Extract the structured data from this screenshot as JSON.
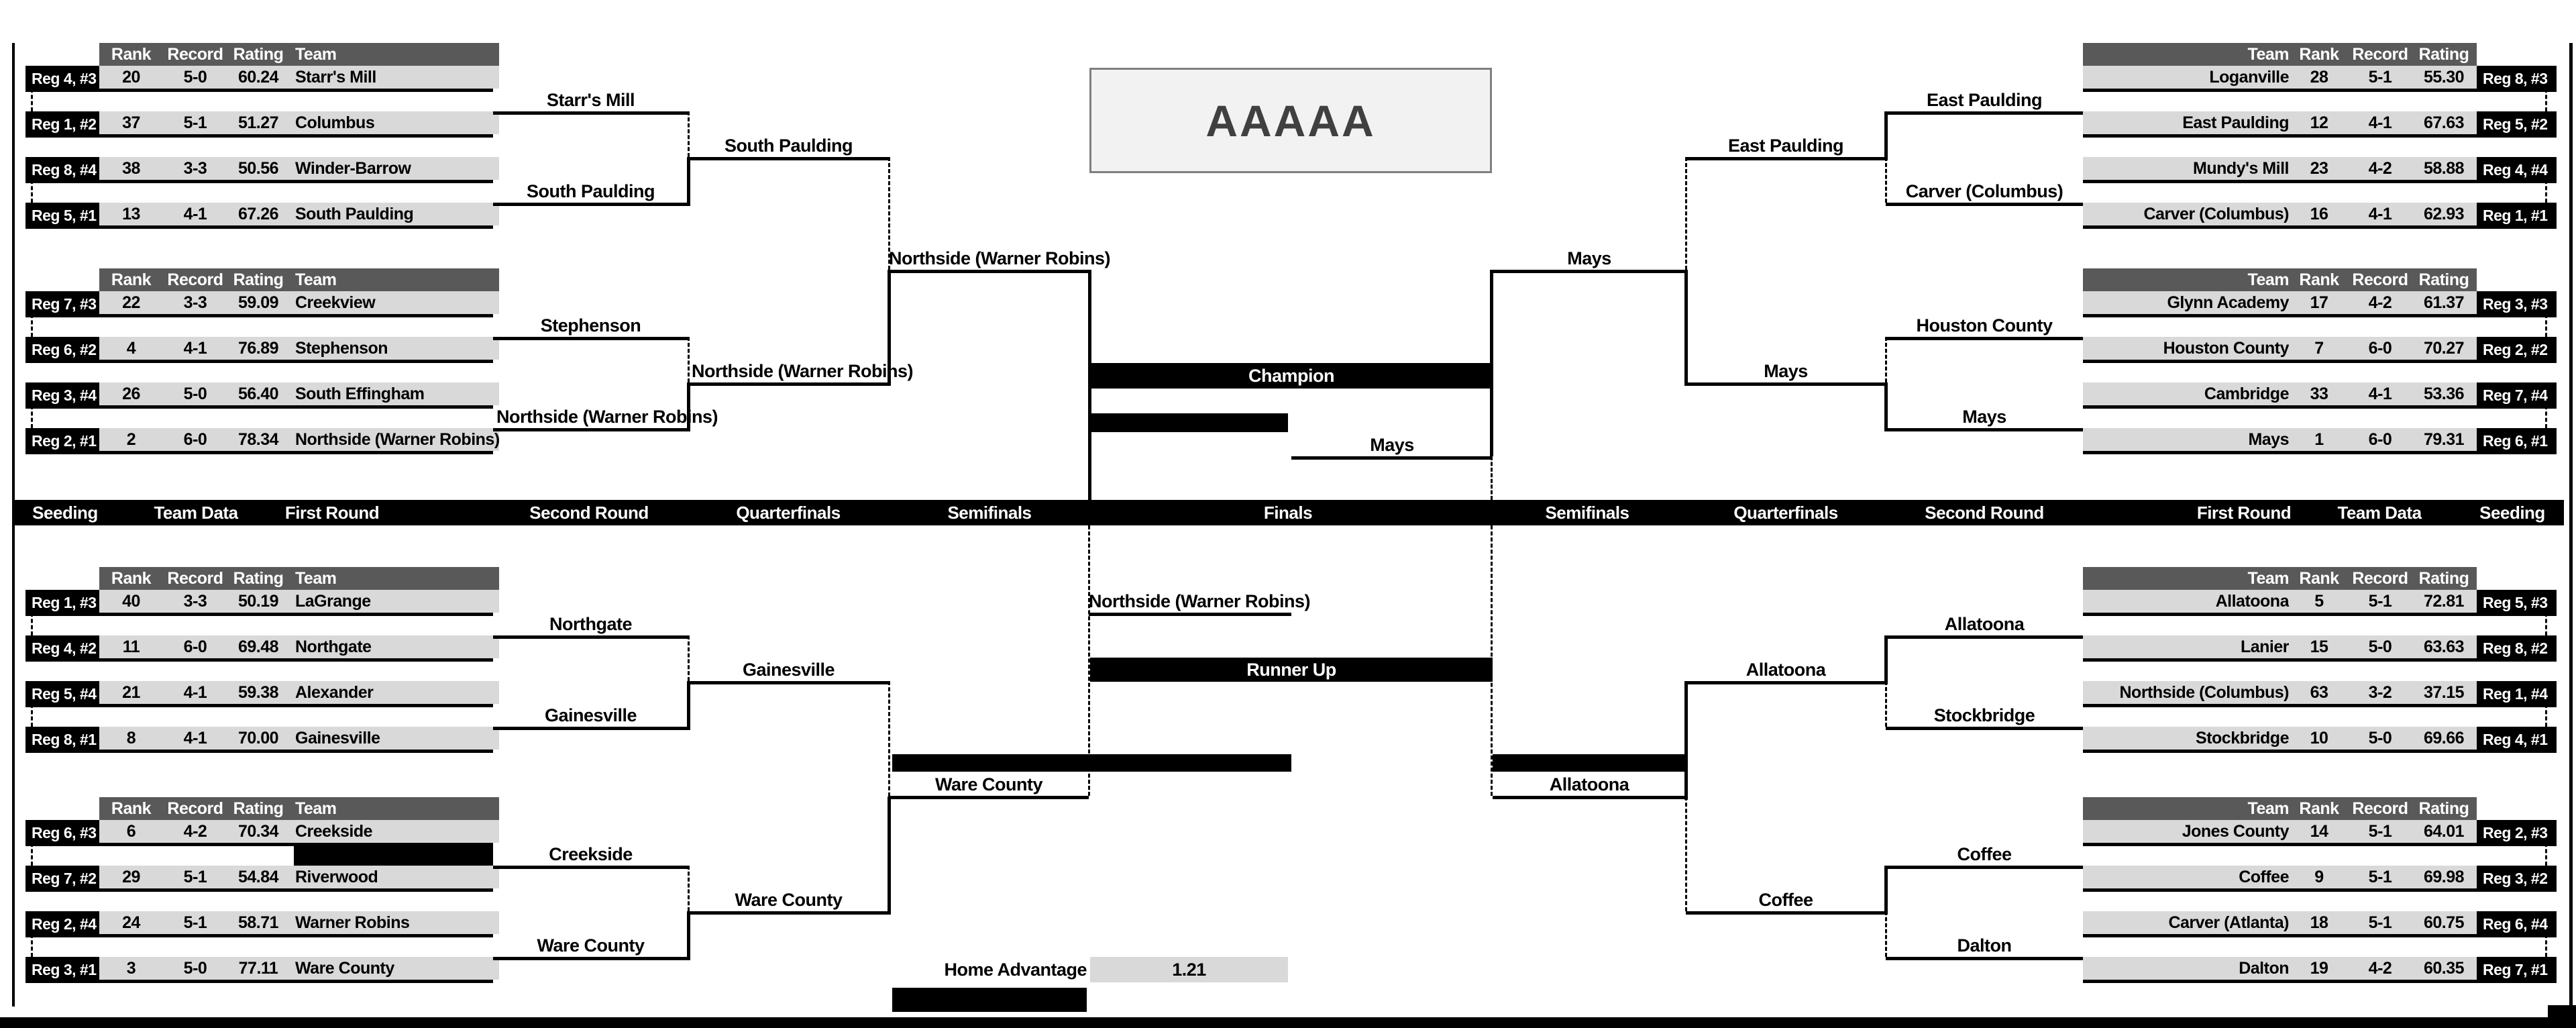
{
  "title": "AAAAA",
  "columns": {
    "rank": "Rank",
    "record": "Record",
    "rating": "Rating",
    "team": "Team"
  },
  "round_band": [
    "Seeding",
    "Team Data",
    "First Round",
    "Second Round",
    "Quarterfinals",
    "Semifinals",
    "Finals",
    "Semifinals",
    "Quarterfinals",
    "Second Round",
    "First Round",
    "Team Data",
    "Seeding"
  ],
  "groups_left": [
    {
      "teams": [
        {
          "seed": "Reg 4, #3",
          "rank": "20",
          "record": "5-0",
          "rating": "60.24",
          "team": "Starr's Mill"
        },
        {
          "seed": "Reg 1, #2",
          "rank": "37",
          "record": "5-1",
          "rating": "51.27",
          "team": "Columbus"
        },
        {
          "seed": "Reg 8, #4",
          "rank": "38",
          "record": "3-3",
          "rating": "50.56",
          "team": "Winder-Barrow"
        },
        {
          "seed": "Reg 5, #1",
          "rank": "13",
          "record": "4-1",
          "rating": "67.26",
          "team": "South Paulding"
        }
      ],
      "second_round_winners": [
        "Starr's Mill",
        "South Paulding"
      ],
      "quarterfinal_winner": "South Paulding"
    },
    {
      "teams": [
        {
          "seed": "Reg 7, #3",
          "rank": "22",
          "record": "3-3",
          "rating": "59.09",
          "team": "Creekview"
        },
        {
          "seed": "Reg 6, #2",
          "rank": "4",
          "record": "4-1",
          "rating": "76.89",
          "team": "Stephenson"
        },
        {
          "seed": "Reg 3, #4",
          "rank": "26",
          "record": "5-0",
          "rating": "56.40",
          "team": "South Effingham"
        },
        {
          "seed": "Reg 2, #1",
          "rank": "2",
          "record": "6-0",
          "rating": "78.34",
          "team": "Northside (Warner Robins)"
        }
      ],
      "second_round_winners": [
        "Stephenson",
        "Northside (Warner Robins)"
      ],
      "quarterfinal_winner": "Northside (Warner Robins)"
    },
    {
      "teams": [
        {
          "seed": "Reg 1, #3",
          "rank": "40",
          "record": "3-3",
          "rating": "50.19",
          "team": "LaGrange"
        },
        {
          "seed": "Reg 4, #2",
          "rank": "11",
          "record": "6-0",
          "rating": "69.48",
          "team": "Northgate"
        },
        {
          "seed": "Reg 5, #4",
          "rank": "21",
          "record": "4-1",
          "rating": "59.38",
          "team": "Alexander"
        },
        {
          "seed": "Reg 8, #1",
          "rank": "8",
          "record": "4-1",
          "rating": "70.00",
          "team": "Gainesville"
        }
      ],
      "second_round_winners": [
        "Northgate",
        "Gainesville"
      ],
      "quarterfinal_winner": "Gainesville"
    },
    {
      "teams": [
        {
          "seed": "Reg 6, #3",
          "rank": "6",
          "record": "4-2",
          "rating": "70.34",
          "team": "Creekside"
        },
        {
          "seed": "Reg 7, #2",
          "rank": "29",
          "record": "5-1",
          "rating": "54.84",
          "team": "Riverwood"
        },
        {
          "seed": "Reg 2, #4",
          "rank": "24",
          "record": "5-1",
          "rating": "58.71",
          "team": "Warner Robins"
        },
        {
          "seed": "Reg 3, #1",
          "rank": "3",
          "record": "5-0",
          "rating": "77.11",
          "team": "Ware County"
        }
      ],
      "second_round_winners": [
        "Creekside",
        "Ware County"
      ],
      "quarterfinal_winner": "Ware County",
      "redacted_gap_after_team1": true
    }
  ],
  "groups_right": [
    {
      "teams": [
        {
          "seed": "Reg 8, #3",
          "rank": "28",
          "record": "5-1",
          "rating": "55.30",
          "team": "Loganville"
        },
        {
          "seed": "Reg 5, #2",
          "rank": "12",
          "record": "4-1",
          "rating": "67.63",
          "team": "East Paulding"
        },
        {
          "seed": "Reg 4, #4",
          "rank": "23",
          "record": "4-2",
          "rating": "58.88",
          "team": "Mundy's Mill"
        },
        {
          "seed": "Reg 1, #1",
          "rank": "16",
          "record": "4-1",
          "rating": "62.93",
          "team": "Carver (Columbus)"
        }
      ],
      "second_round_winners": [
        "East Paulding",
        "Carver (Columbus)"
      ],
      "quarterfinal_winner": "East Paulding"
    },
    {
      "teams": [
        {
          "seed": "Reg 3, #3",
          "rank": "17",
          "record": "4-2",
          "rating": "61.37",
          "team": "Glynn Academy"
        },
        {
          "seed": "Reg 2, #2",
          "rank": "7",
          "record": "6-0",
          "rating": "70.27",
          "team": "Houston County"
        },
        {
          "seed": "Reg 7, #4",
          "rank": "33",
          "record": "4-1",
          "rating": "53.36",
          "team": "Cambridge"
        },
        {
          "seed": "Reg 6, #1",
          "rank": "1",
          "record": "6-0",
          "rating": "79.31",
          "team": "Mays"
        }
      ],
      "second_round_winners": [
        "Houston County",
        "Mays"
      ],
      "quarterfinal_winner": "Mays"
    },
    {
      "teams": [
        {
          "seed": "Reg 5, #3",
          "rank": "5",
          "record": "5-1",
          "rating": "72.81",
          "team": "Allatoona"
        },
        {
          "seed": "Reg 8, #2",
          "rank": "15",
          "record": "5-0",
          "rating": "63.63",
          "team": "Lanier"
        },
        {
          "seed": "Reg 1, #4",
          "rank": "63",
          "record": "3-2",
          "rating": "37.15",
          "team": "Northside (Columbus)"
        },
        {
          "seed": "Reg 4, #1",
          "rank": "10",
          "record": "5-0",
          "rating": "69.66",
          "team": "Stockbridge"
        }
      ],
      "second_round_winners": [
        "Allatoona",
        "Stockbridge"
      ],
      "quarterfinal_winner": "Allatoona"
    },
    {
      "teams": [
        {
          "seed": "Reg 2, #3",
          "rank": "14",
          "record": "5-1",
          "rating": "64.01",
          "team": "Jones County"
        },
        {
          "seed": "Reg 3, #2",
          "rank": "9",
          "record": "5-1",
          "rating": "69.98",
          "team": "Coffee"
        },
        {
          "seed": "Reg 6, #4",
          "rank": "18",
          "record": "5-1",
          "rating": "60.75",
          "team": "Carver (Atlanta)"
        },
        {
          "seed": "Reg 7, #1",
          "rank": "19",
          "record": "4-2",
          "rating": "60.35",
          "team": "Dalton"
        }
      ],
      "second_round_winners": [
        "Coffee",
        "Dalton"
      ],
      "quarterfinal_winner": "Coffee"
    }
  ],
  "semifinals": {
    "left_top": "Northside (Warner Robins)",
    "left_bottom": "Ware County",
    "right_top": "Mays",
    "right_bottom": "Allatoona"
  },
  "finals": {
    "finalist_left": "Northside (Warner Robins)",
    "finalist_right": "Mays",
    "champion_label": "Champion",
    "runner_up_label": "Runner Up"
  },
  "footer": {
    "home_advantage_label": "Home Advantage",
    "home_advantage_value": "1.21"
  },
  "colors": {
    "row_fill": "#d9d9d9",
    "header_fill": "#595959",
    "black": "#000000",
    "title_fill": "#f2f2f2"
  }
}
